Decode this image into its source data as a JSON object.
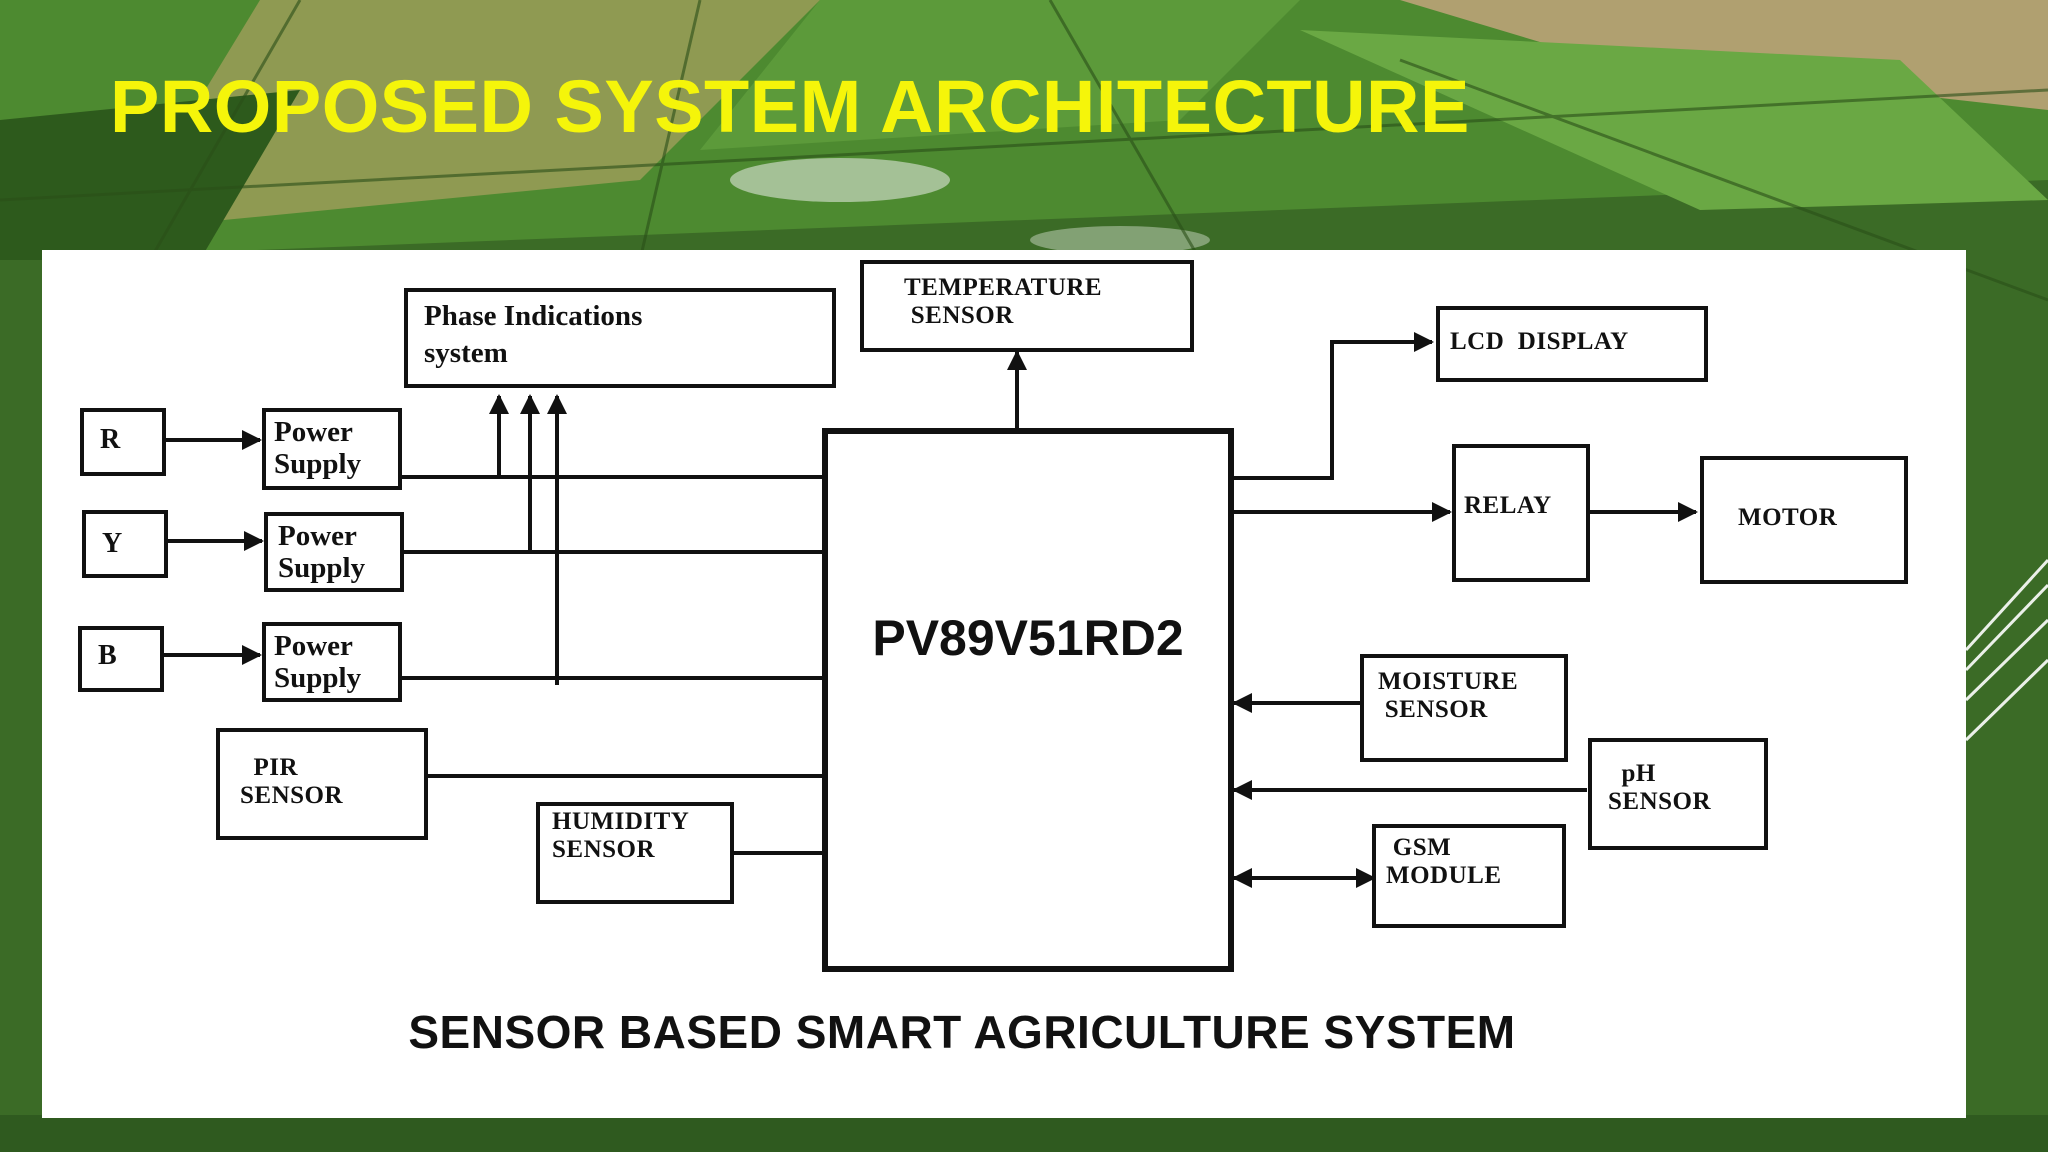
{
  "slide": {
    "title": "PROPOSED SYSTEM ARCHITECTURE"
  },
  "diagram": {
    "caption": "SENSOR BASED SMART AGRICULTURE SYSTEM",
    "controller": "PV89V51RD2",
    "phase_inputs": [
      "R",
      "Y",
      "B"
    ],
    "power_supply": "Power\nSupply",
    "phase_indication": "Phase Indications\nsystem",
    "temperature_sensor": "TEMPERATURE\n SENSOR",
    "pir_sensor": "  PIR\nSENSOR",
    "humidity_sensor": "HUMIDITY\nSENSOR",
    "lcd_display": "LCD  DISPLAY",
    "relay": "RELAY",
    "motor": "MOTOR",
    "moisture_sensor": "MOISTURE\n SENSOR",
    "ph_sensor": "  pH\nSENSOR",
    "gsm_module": " GSM\nMODULE"
  },
  "colors": {
    "title": "#f5f50a",
    "line": "#111111",
    "panel": "#ffffff"
  }
}
